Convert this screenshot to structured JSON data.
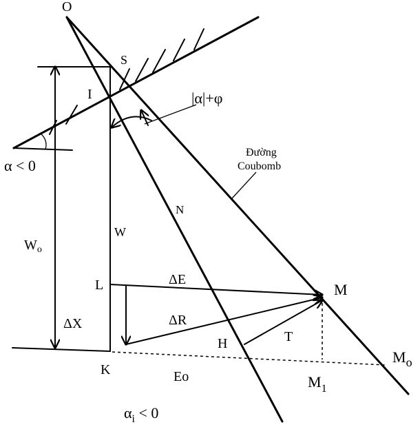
{
  "points": {
    "O": "O",
    "S": "S",
    "I": "I",
    "N": "N",
    "L": "L",
    "M": "M",
    "H": "H",
    "K": "K",
    "M1": "M",
    "M1_sub": "1",
    "Mo": "M",
    "Mo_sub": "o"
  },
  "labels": {
    "alpha_phi": "|α|+φ",
    "duong": "Đường",
    "coubomb": "Coubomb",
    "alpha_cond": "α < 0",
    "wo": "W",
    "wo_sub": "o",
    "w": "W",
    "delta_e": "ΔE",
    "delta_r": "ΔR",
    "delta_x": "ΔX",
    "t": "T",
    "eo": "Eo",
    "alpha_i": "α",
    "alpha_i_sub": "i",
    "alpha_i_cond": " < 0"
  }
}
